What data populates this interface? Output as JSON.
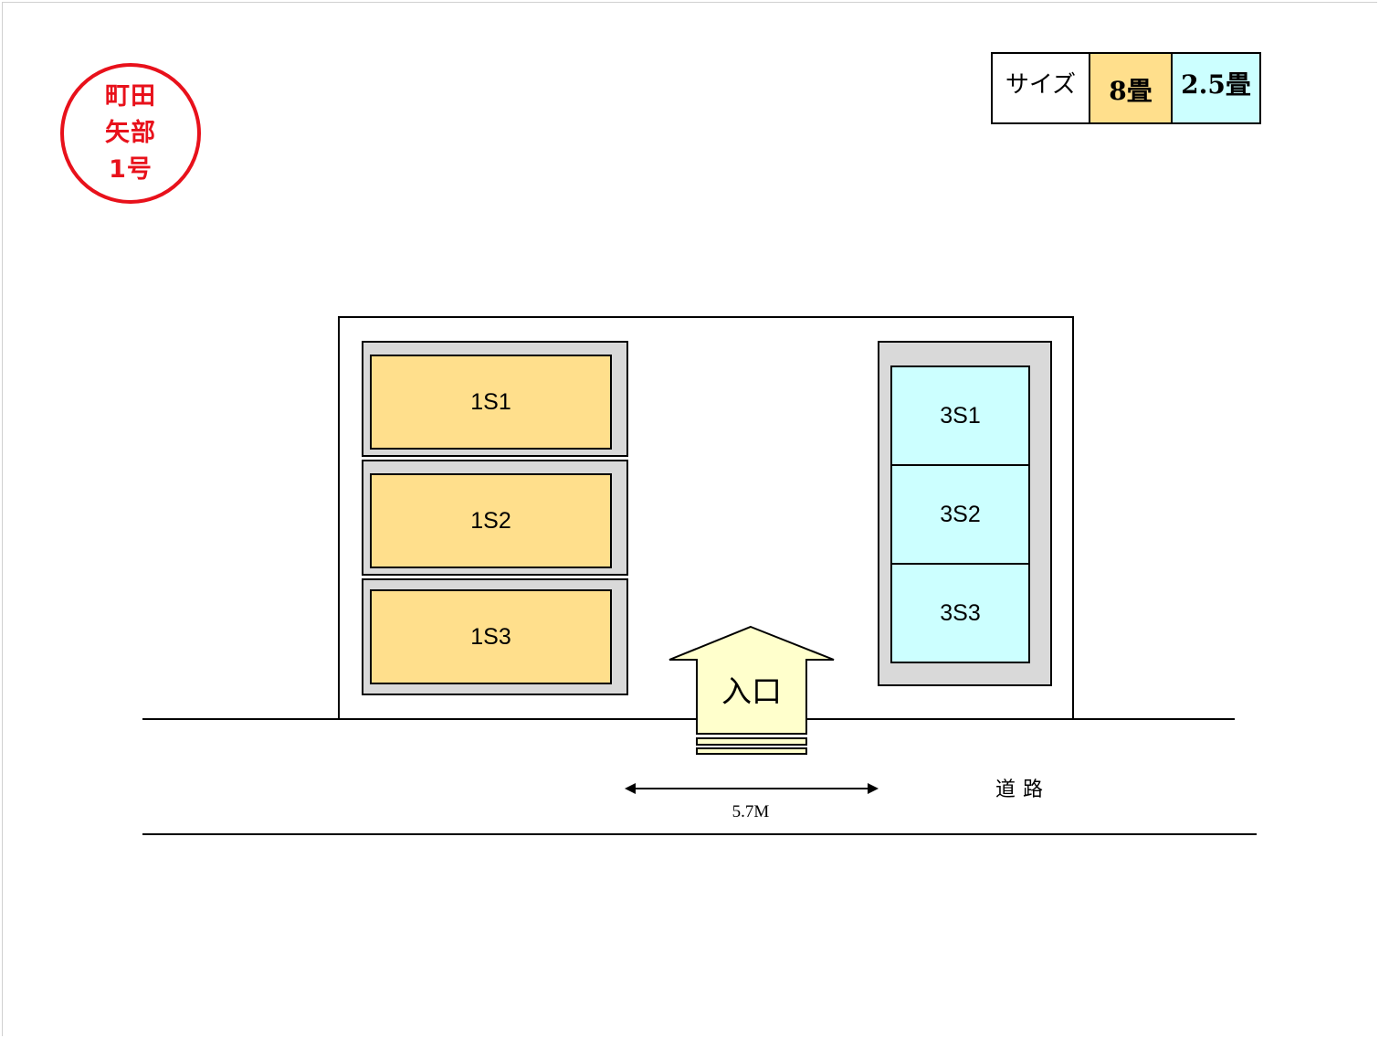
{
  "location_badge": {
    "line1": "町田",
    "line2": "矢部",
    "line3": "1号"
  },
  "legend": {
    "label": "サイズ",
    "items": [
      {
        "text": "8畳",
        "color": "#ffdf8c"
      },
      {
        "text": "2.5畳",
        "color": "#ccffff"
      }
    ]
  },
  "units_8jo": [
    {
      "label": "1S1"
    },
    {
      "label": "1S2"
    },
    {
      "label": "1S3"
    }
  ],
  "units_25jo": [
    {
      "label": "3S1"
    },
    {
      "label": "3S2"
    },
    {
      "label": "3S3"
    }
  ],
  "entrance": {
    "label": "入口"
  },
  "road": {
    "label": "道路",
    "width_label": "5.7M"
  },
  "colors": {
    "unit_8jo": "#ffdf8c",
    "unit_25jo": "#ccffff",
    "frame_gray": "#d9d9d9",
    "entrance": "#ffffcc",
    "badge_red": "#e8111b"
  }
}
